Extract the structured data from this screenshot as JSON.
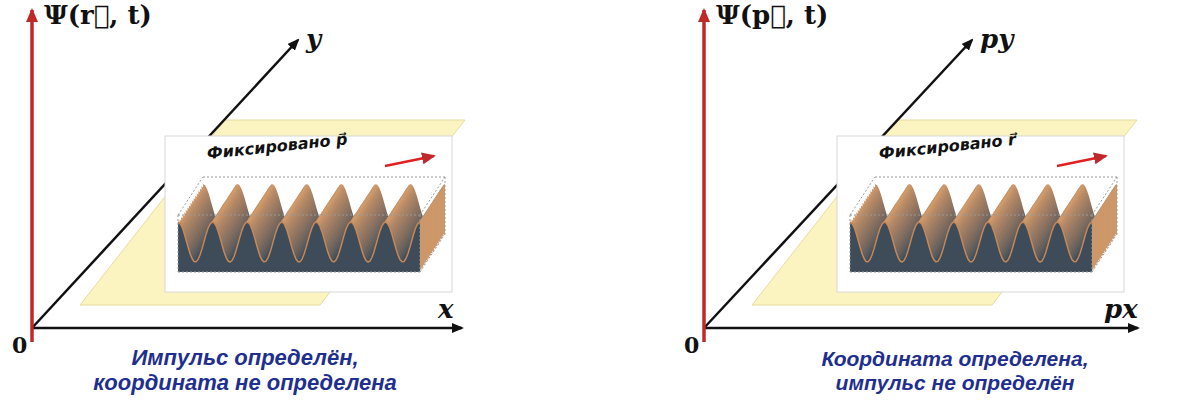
{
  "diagram": {
    "nodes": [
      {
        "text": [
          "Фиксировано p⃗"
        ]
      },
      {
        "text": [
          "Фиксировано r⃗"
        ]
      }
    ],
    "labels": [
      "Ψ(r⃗, t)",
      "y",
      "x",
      "0",
      "Импульс определён, координата не определена",
      "Ψ(p⃗, t)",
      "py",
      "px",
      "0",
      "Координата определена, импульс не определён"
    ]
  }
}
